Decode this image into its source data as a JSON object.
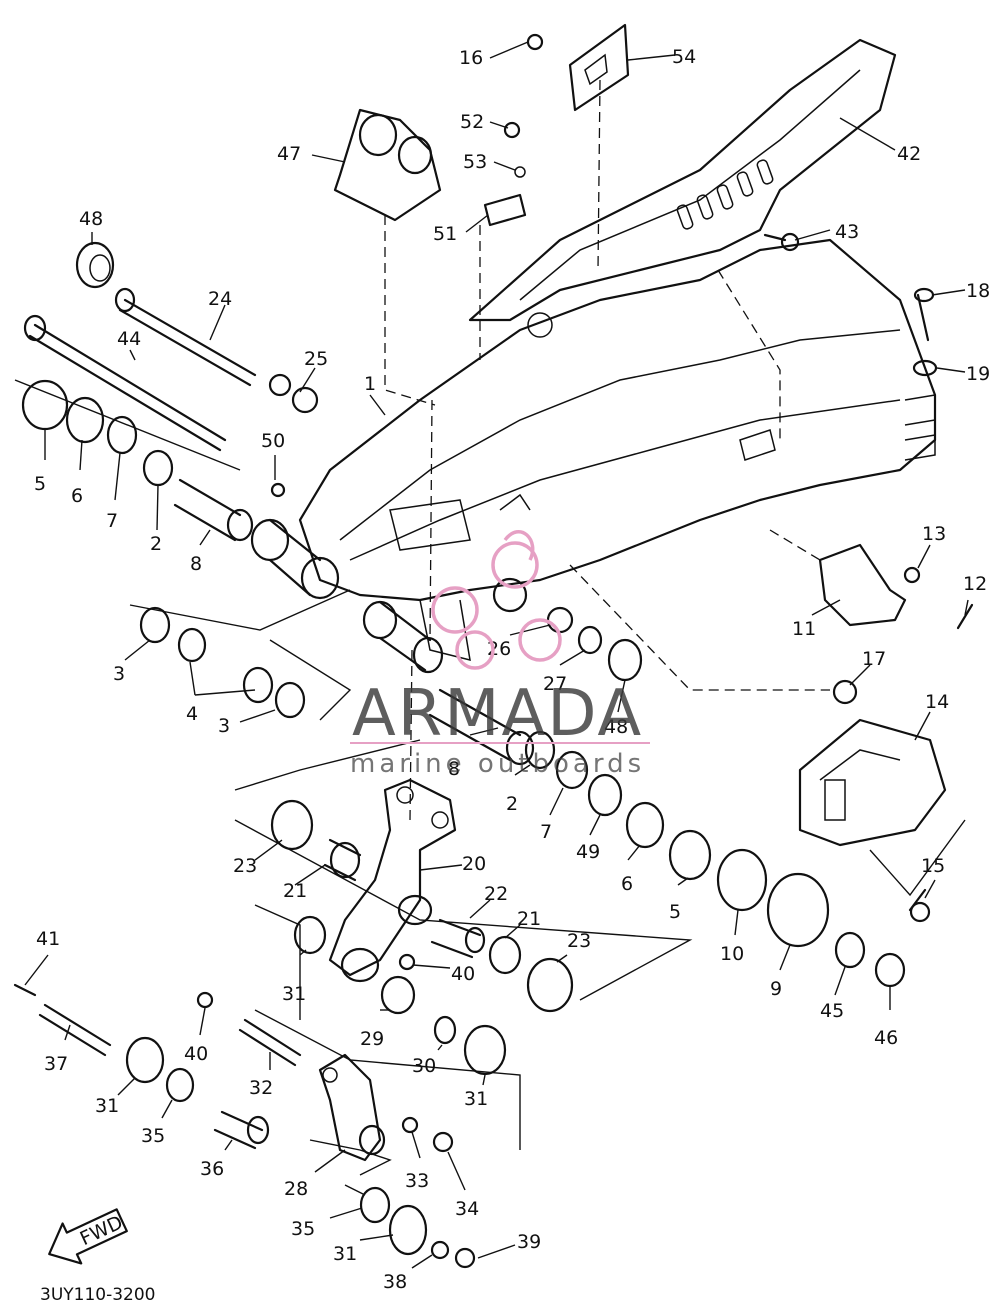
{
  "diagram": {
    "part_code": "3UY110-3200",
    "fwd_label": "FWD",
    "labels": {
      "n1": "1",
      "n2a": "2",
      "n2b": "2",
      "n3a": "3",
      "n3b": "3",
      "n4": "4",
      "n5a": "5",
      "n5b": "5",
      "n6a": "6",
      "n6b": "6",
      "n7a": "7",
      "n7b": "7",
      "n8a": "8",
      "n8b": "8",
      "n9": "9",
      "n10": "10",
      "n11": "11",
      "n12": "12",
      "n13": "13",
      "n14": "14",
      "n15": "15",
      "n16": "16",
      "n17": "17",
      "n18": "18",
      "n19": "19",
      "n20": "20",
      "n21a": "21",
      "n21b": "21",
      "n22": "22",
      "n23a": "23",
      "n23b": "23",
      "n24": "24",
      "n25": "25",
      "n26": "26",
      "n27": "27",
      "n28": "28",
      "n29": "29",
      "n30": "30",
      "n31a": "31",
      "n31b": "31",
      "n31c": "31",
      "n31d": "31",
      "n32": "32",
      "n33": "33",
      "n34": "34",
      "n35a": "35",
      "n35b": "35",
      "n36": "36",
      "n37": "37",
      "n38": "38",
      "n39": "39",
      "n40a": "40",
      "n40b": "40",
      "n41": "41",
      "n42": "42",
      "n43": "43",
      "n44": "44",
      "n45": "45",
      "n46": "46",
      "n47": "47",
      "n48a": "48",
      "n48b": "48",
      "n49": "49",
      "n50": "50",
      "n51": "51",
      "n52": "52",
      "n53": "53",
      "n54": "54"
    }
  },
  "watermark": {
    "brand": "ARMADA",
    "tagline": "marine outboards",
    "accent_color": "#e6a0c4"
  }
}
